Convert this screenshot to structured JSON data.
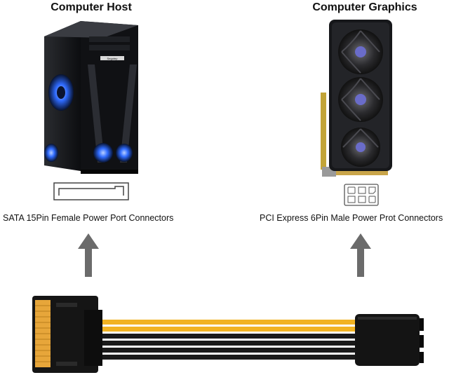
{
  "left": {
    "title": "Computer Host",
    "caption": "SATA 15Pin Female Power Port Connectors",
    "case_brand_text": "Segotep"
  },
  "right": {
    "title": "Computer Graphics",
    "caption": "PCI Express 6Pin Male Power Prot Connectors"
  },
  "colors": {
    "arrow": "#6b6b6b",
    "wire_yellow": "#f2b322",
    "wire_black": "#1a1a1a",
    "case_blue_glow": "#2f6bff",
    "sata_contacts": "#e7a63a"
  }
}
